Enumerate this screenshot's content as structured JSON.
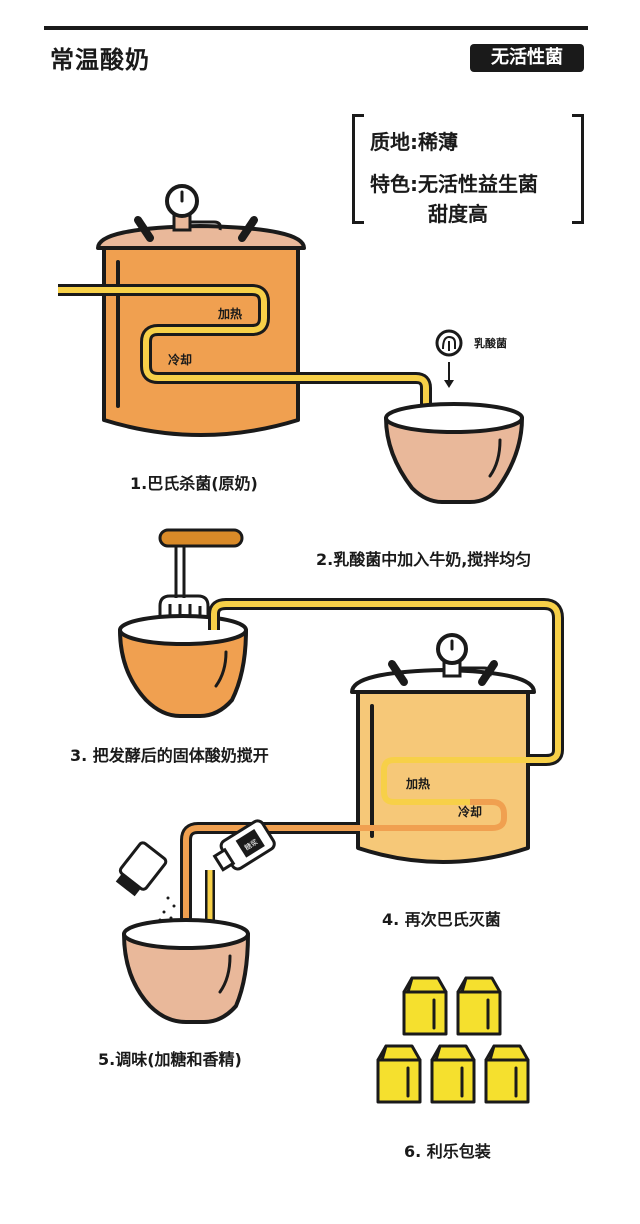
{
  "header": {
    "title": "常温酸奶",
    "badge": "无活性菌"
  },
  "info": {
    "texture": "质地:稀薄",
    "feature": "特色:无活性益生菌",
    "feature_cont": "甜度高"
  },
  "tank1": {
    "heat_label": "加热",
    "cool_label": "冷却"
  },
  "tank2": {
    "heat_label": "加热",
    "cool_label": "冷却"
  },
  "bacteria_label": "乳酸菌",
  "bottle_label": "糖浆",
  "steps": [
    "1.巴氏杀菌(原奶)",
    "2.乳酸菌中加入牛奶,搅拌均匀",
    "3. 把发酵后的固体酸奶搅开",
    "4. 再次巴氏灭菌",
    "5.调味(加糖和香精)",
    "6. 利乐包装"
  ],
  "colors": {
    "outline": "#1a1a1a",
    "tank_orange": "#f0a050",
    "tank_light": "#f6c878",
    "bowl_pink": "#e9b89a",
    "pipe_yellow": "#f7d048",
    "package_yellow": "#f5e02e",
    "stirrer_handle": "#d98a28"
  }
}
